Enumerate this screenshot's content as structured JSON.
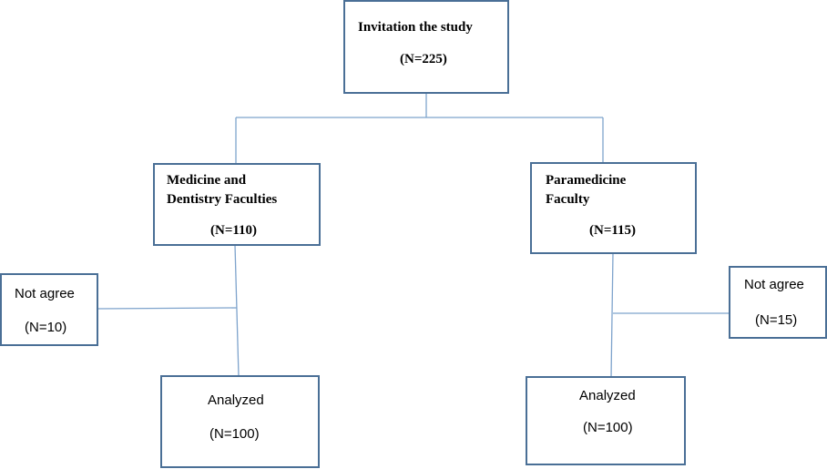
{
  "diagram": {
    "root": {
      "title": "Invitation the study",
      "count": "(N=225)"
    },
    "left_branch": {
      "title_line1": "Medicine and",
      "title_line2": "Dentistry Faculties",
      "count": "(N=110)",
      "excluded": {
        "title": "Not agree",
        "count": "(N=10)"
      },
      "analyzed": {
        "title": "Analyzed",
        "count": "(N=100)"
      }
    },
    "right_branch": {
      "title_line1": "Paramedicine",
      "title_line2": "Faculty",
      "count": "(N=115)",
      "excluded": {
        "title": "Not agree",
        "count": "(N=15)"
      },
      "analyzed": {
        "title": "Analyzed",
        "count": "(N=100)"
      }
    },
    "colors": {
      "box_border": "#4a6f96",
      "connector": "#7ea3cc"
    }
  }
}
